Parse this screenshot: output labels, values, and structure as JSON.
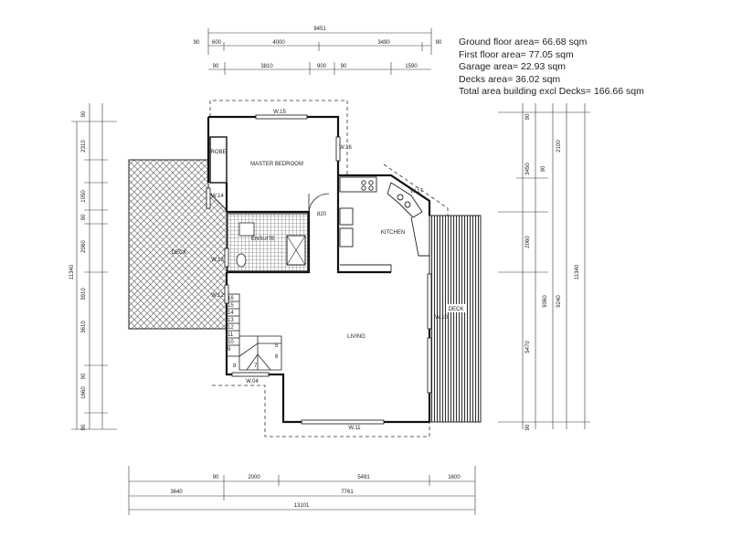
{
  "areas": [
    "Ground floor area= 66.68 sqm",
    "First floor area= 77.05 sqm",
    "Garage area= 22.93 sqm",
    "Decks area= 36.02 sqm",
    "Total area building excl Decks= 166.66 sqm"
  ],
  "rooms": {
    "master_bedroom": "MASTER BEDROOM",
    "robe": "ROBE",
    "ensuite": "ENSUITE",
    "kitchen": "KITCHEN",
    "living": "LIVING",
    "deck_left": "DECK",
    "deck_right": "DECK"
  },
  "windows": {
    "w15_top": "W.15",
    "w16": "W.16",
    "w17": "W.17",
    "w14": "W.14",
    "w13": "W.13",
    "w12": "W.12",
    "w10": "W.10",
    "w04": "W.04",
    "w11": "W.11"
  },
  "door_label": "820",
  "stairs": [
    "16",
    "15",
    "14",
    "13",
    "12",
    "11",
    "10",
    "9",
    "8",
    "7",
    "6",
    "5"
  ],
  "dims_top": {
    "overall": "8451",
    "row1": [
      "90",
      "600",
      "4000",
      "3490",
      "90"
    ],
    "row2": [
      "90",
      "3810",
      "900",
      "90",
      "1590"
    ]
  },
  "dims_left": [
    "90",
    "2310",
    "1050",
    "90",
    "2060",
    "11340",
    "3910",
    "3610",
    "90",
    "1660",
    "90"
  ],
  "dims_right": {
    "inner": [
      "90",
      "3450",
      "90",
      "2060",
      "5470",
      "90"
    ],
    "mid": [
      "2100",
      "9060"
    ],
    "outer": [
      "9240",
      "11340"
    ]
  },
  "dims_bottom": {
    "row1": [
      "90",
      "2000",
      "5491",
      "1600"
    ],
    "row2": [
      "3640",
      "7761"
    ],
    "overall": "13101"
  }
}
